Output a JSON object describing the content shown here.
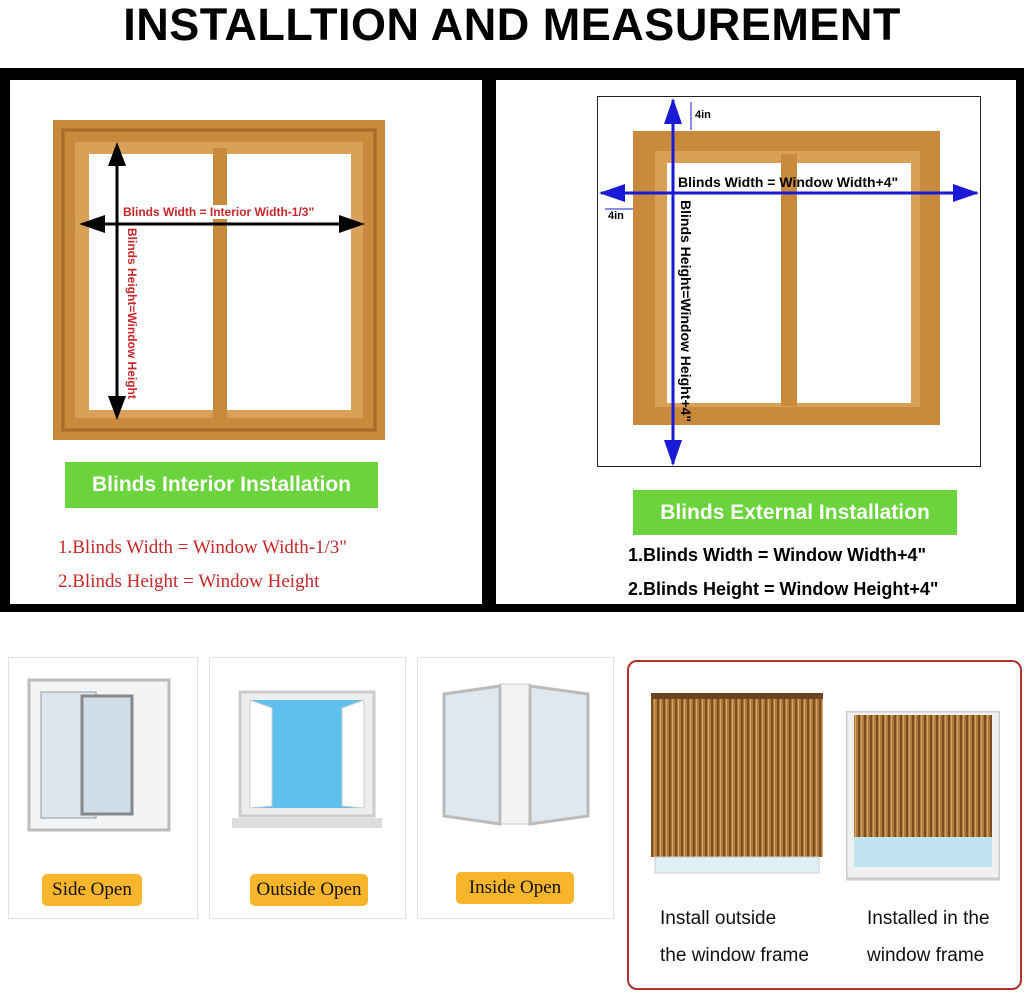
{
  "title": "INSTALLTION AND MEASUREMENT",
  "interior": {
    "width_label": "Blinds Width = Interior Width-1/3\"",
    "height_label": "Blinds Height=Window Height",
    "badge": "Blinds Interior Installation",
    "line1": "1.Blinds Width = Window Width-1/3\"",
    "line2": "2.Blinds Height = Window Height"
  },
  "external": {
    "top_offset": "4in",
    "side_offset": "4in",
    "width_label": "Blinds Width = Window Width+4\"",
    "height_label": "Blinds Height=Window Height+4\"",
    "badge": "Blinds External Installation",
    "line1": "1.Blinds Width = Window Width+4\"",
    "line2": "2.Blinds Height = Window Height+4\""
  },
  "window_types": [
    {
      "label": "Side Open"
    },
    {
      "label": "Outside Open"
    },
    {
      "label": "Inside Open"
    }
  ],
  "install_examples": [
    {
      "line1": "Install outside",
      "line2": "the window frame"
    },
    {
      "line1": "Installed in the",
      "line2": "window frame"
    }
  ],
  "colors": {
    "wood": "#c98a3e",
    "green": "#6bd33b",
    "red_text": "#c8282a",
    "blue_arrow": "#1a1ad6",
    "tag": "#f7b52c",
    "border_red": "#b0302c"
  }
}
